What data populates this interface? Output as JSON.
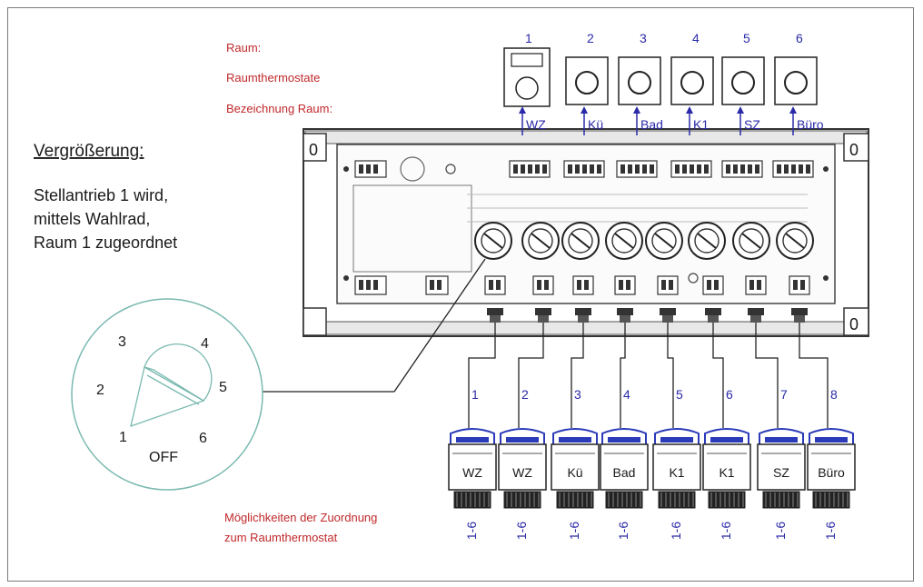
{
  "labels": {
    "raum": "Raum:",
    "raumthermostate": "Raumthermostate",
    "bezeichnung": "Bezeichnung Raum:",
    "vergroesserung": "Vergrößerung:",
    "desc_line1": "Stellantrieb 1 wird,",
    "desc_line2": "mittels Wahlrad,",
    "desc_line3": "Raum 1 zugeordnet",
    "moeglichkeiten_line1": "Möglichkeiten der Zuordnung",
    "moeglichkeiten_line2": "zum Raumthermostat"
  },
  "thermostats": [
    {
      "number": "1",
      "room": "WZ"
    },
    {
      "number": "2",
      "room": "Kü"
    },
    {
      "number": "3",
      "room": "Bad"
    },
    {
      "number": "4",
      "room": "K1"
    },
    {
      "number": "5",
      "room": "SZ"
    },
    {
      "number": "6",
      "room": "Büro"
    }
  ],
  "actuators": [
    {
      "number": "1",
      "room": "WZ",
      "range": "1-6"
    },
    {
      "number": "2",
      "room": "WZ",
      "range": "1-6"
    },
    {
      "number": "3",
      "room": "Kü",
      "range": "1-6"
    },
    {
      "number": "4",
      "room": "Bad",
      "range": "1-6"
    },
    {
      "number": "5",
      "room": "K1",
      "range": "1-6"
    },
    {
      "number": "6",
      "room": "K1",
      "range": "1-6"
    },
    {
      "number": "7",
      "room": "SZ",
      "range": "1-6"
    },
    {
      "number": "8",
      "room": "Büro",
      "range": "1-6"
    }
  ],
  "dial": {
    "positions": [
      "1",
      "2",
      "3",
      "4",
      "5",
      "6"
    ],
    "off_label": "OFF"
  },
  "board": {
    "zero_mark": "0"
  },
  "colors": {
    "label_red": "#c0282a",
    "label_blue": "#2a2aa8",
    "actuator_cap_blue": "#2a3ab8",
    "dial_circle": "#7ab9b0"
  }
}
